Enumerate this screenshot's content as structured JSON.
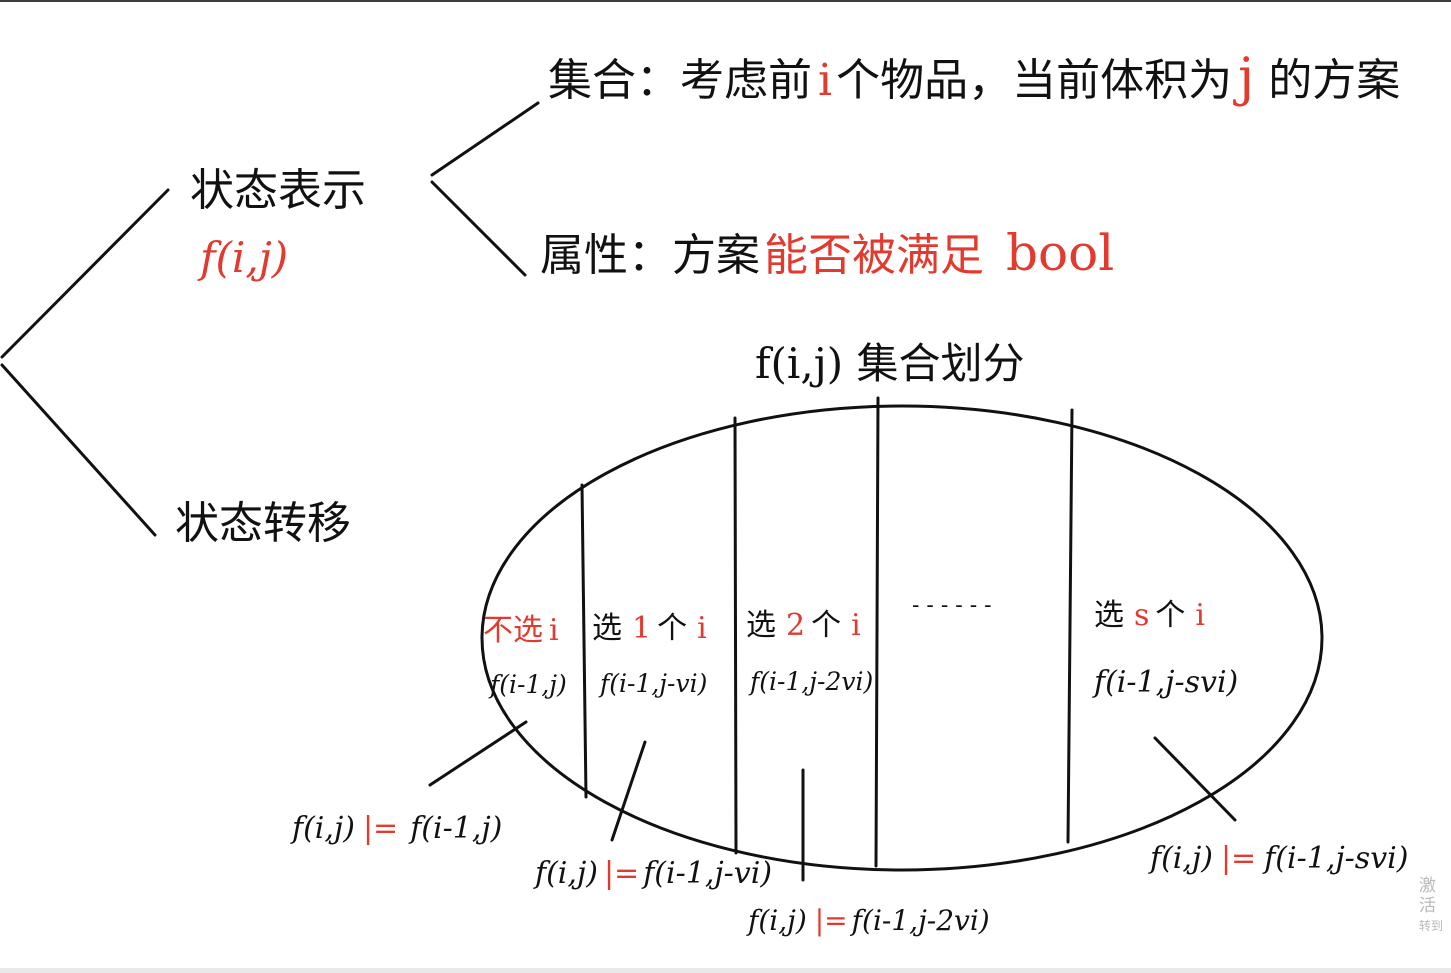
{
  "colors": {
    "ink": "#111111",
    "accent": "#e23a2e",
    "watermark": "#b9b9b9"
  },
  "tree": {
    "state_repr": {
      "label": "状态表示",
      "formula": "f(i,j)"
    },
    "set": {
      "prefix": "集合：考虑前",
      "i": "i",
      "mid": "个物品，当前体积为",
      "j": "j",
      "suffix": "的方案"
    },
    "attr": {
      "prefix": "属性：方案",
      "value": "能否被满足",
      "type": "bool"
    },
    "transition": {
      "label": "状态转移"
    }
  },
  "partition": {
    "title": "f(i,j) 集合划分",
    "ellipsis": "- - - - - -",
    "sections": [
      {
        "choose": "不选",
        "count": "",
        "item": "i",
        "formula": "f(i-1,j)"
      },
      {
        "choose": "选",
        "count": "1",
        "unit": "个",
        "item": "i",
        "formula": "f(i-1,j-vi)"
      },
      {
        "choose": "选",
        "count": "2",
        "unit": "个",
        "item": "i",
        "formula": "f(i-1,j-2vi)"
      },
      {
        "choose": "选",
        "count": "s",
        "unit": "个",
        "item": "i",
        "formula": "f(i-1,j-svi)"
      }
    ],
    "equations": [
      {
        "lhs": "f(i,j)",
        "op": "|=",
        "rhs": "f(i-1,j)"
      },
      {
        "lhs": "f(i,j)",
        "op": "|=",
        "rhs": "f(i-1,j-vi)"
      },
      {
        "lhs": "f(i,j)",
        "op": "|=",
        "rhs": "f(i-1,j-2vi)"
      },
      {
        "lhs": "f(i,j)",
        "op": "|=",
        "rhs": "f(i-1,j-svi)"
      }
    ]
  },
  "watermark": {
    "line1": "激活",
    "line2": "转到"
  }
}
